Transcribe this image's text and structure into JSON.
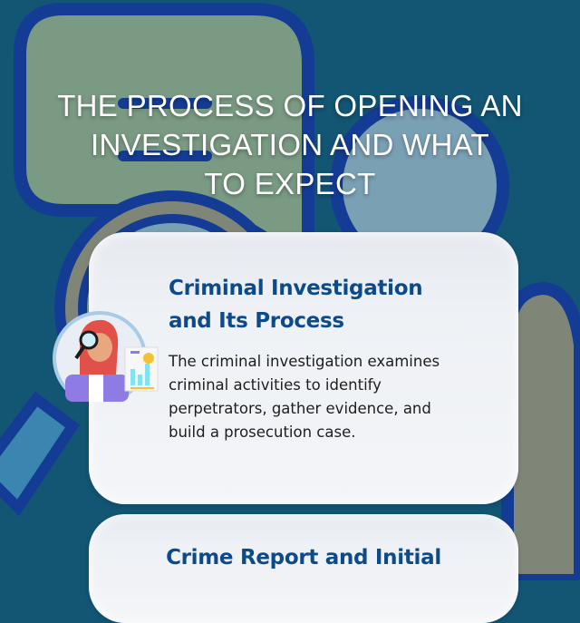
{
  "page": {
    "title": "THE PROCESS OF OPENING AN INVESTIGATION AND WHAT TO EXPECT",
    "title_lines": [
      "THE PROCESS OF OPENING AN",
      "INVESTIGATION AND WHAT",
      "TO EXPECT"
    ]
  },
  "colors": {
    "background": "#125674",
    "shape_outline": "#143c94",
    "bubble_fill": "#7a9a83",
    "circle_fill": "#7aa0b4",
    "ring_fill": "#7f8677",
    "heading": "#0d4a8a",
    "card_bg": "#eef1f5"
  },
  "cards": [
    {
      "title_lines": [
        "Criminal Investigation",
        "and Its Process"
      ],
      "body_lines": [
        "The criminal investigation examines",
        "criminal activities to identify",
        "perpetrators, gather evidence, and",
        "build a prosecution case."
      ],
      "illustration": "detective-woman-with-magnifier-and-chart-icon"
    },
    {
      "title_lines": [
        "Crime Report and Initial"
      ]
    }
  ]
}
